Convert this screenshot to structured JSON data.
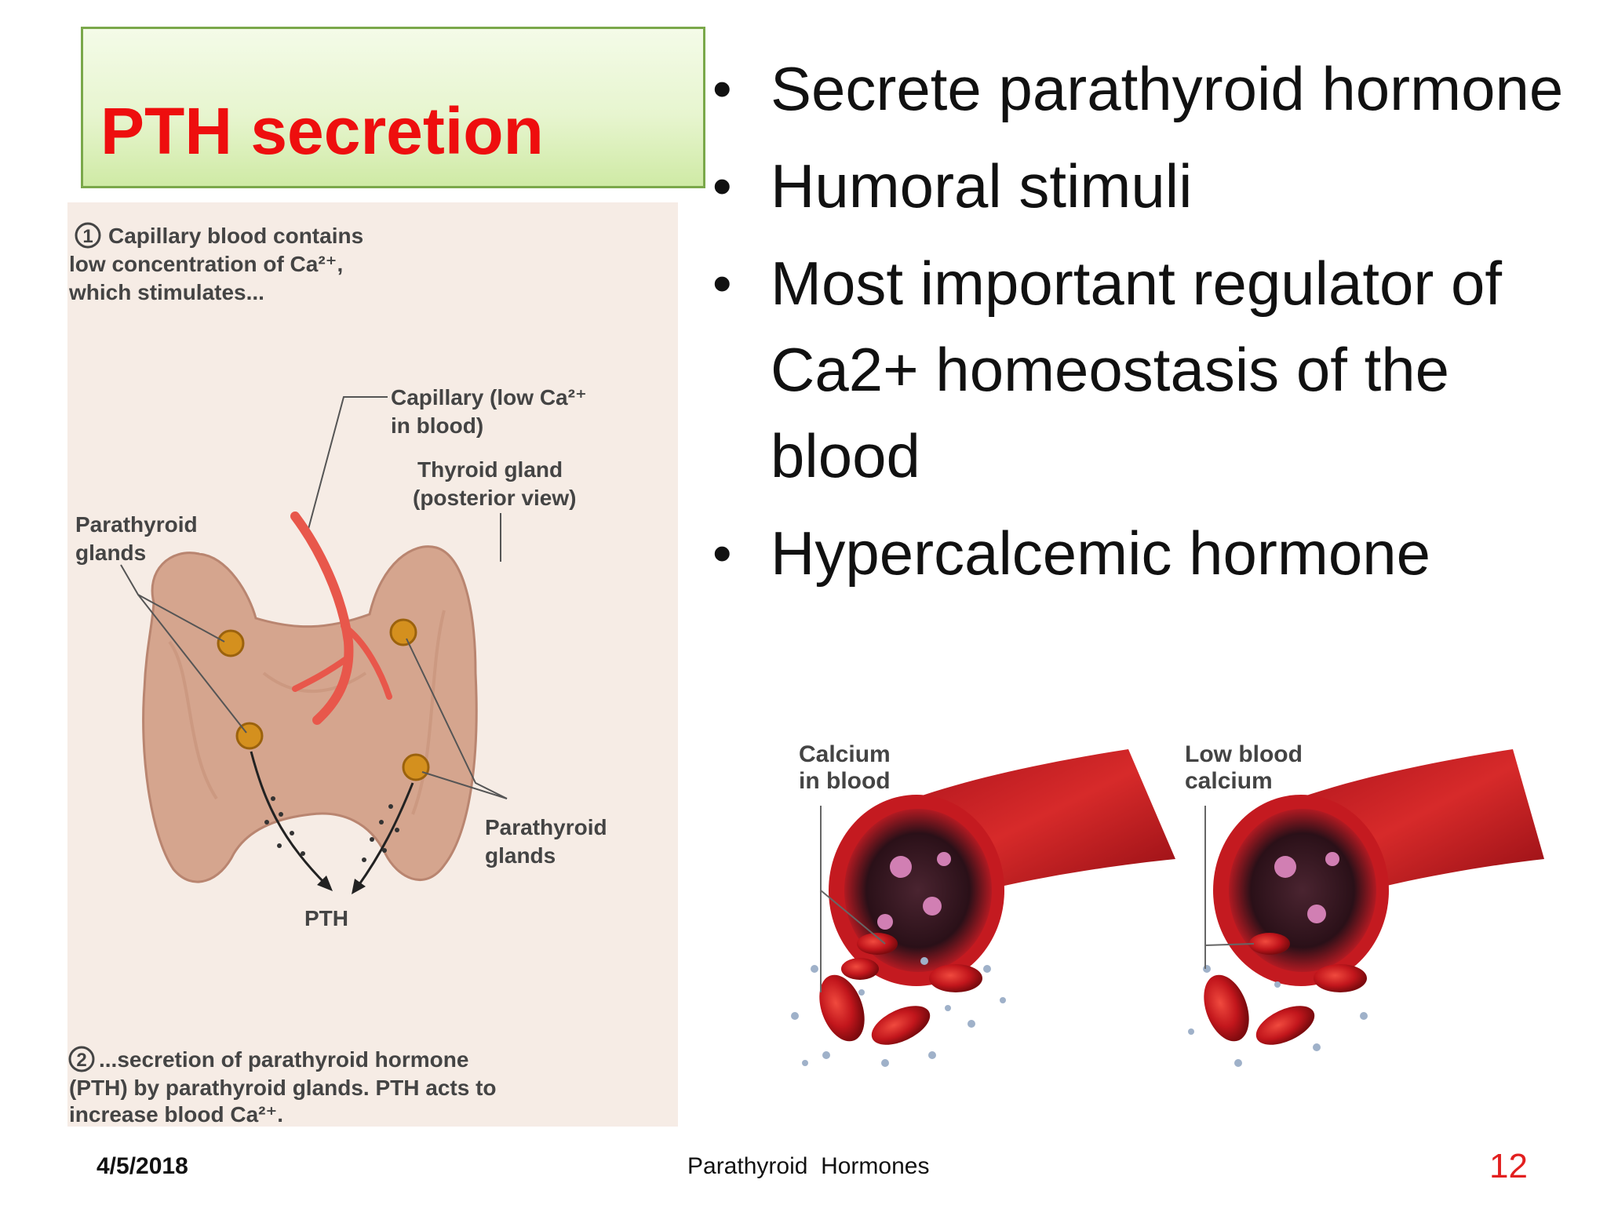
{
  "slide": {
    "title": "PTH secretion",
    "bullets": [
      {
        "text": "Secrete parathyroid hormone"
      },
      {
        "text": "Humoral stimuli"
      },
      {
        "text": "Most important regulator of Ca2+ homeostasis of the blood"
      },
      {
        "text": "Hypercalcemic hormone"
      }
    ]
  },
  "figure_left": {
    "step1_num": "1",
    "step1_lines": [
      "Capillary blood contains",
      "low concentration of Ca²⁺,",
      "which stimulates..."
    ],
    "capillary_lines": [
      "Capillary (low Ca²⁺",
      "in blood)"
    ],
    "thyroid_lines": [
      "Thyroid gland",
      "(posterior view)"
    ],
    "parathyroid_left_lines": [
      "Parathyroid",
      "glands"
    ],
    "parathyroid_right_lines": [
      "Parathyroid",
      "glands"
    ],
    "pth_label": "PTH",
    "step2_num": "2",
    "step2_lines": [
      "...secretion of parathyroid hormone",
      "(PTH) by parathyroid glands. PTH acts to",
      "increase blood Ca²⁺."
    ]
  },
  "figure_right": {
    "left_label_lines": [
      "Calcium",
      "in blood"
    ],
    "right_label_lines": [
      "Low blood",
      "calcium"
    ]
  },
  "footer": {
    "date": "4/5/2018",
    "center": "Parathyroid  Hormones",
    "page_number": "12"
  },
  "colors": {
    "title_red": "#ee0e0e",
    "title_box_green": "#cfeaa5",
    "page_number_red": "#e21f1f",
    "capillary_red": "#e8574b",
    "vessel_red": "#c0161c"
  }
}
